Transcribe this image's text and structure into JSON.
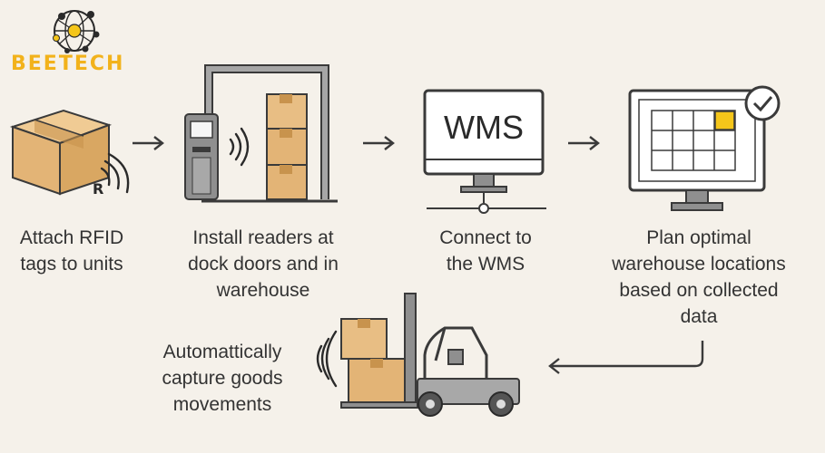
{
  "brand": {
    "name": "BEETECH",
    "logo_icon": "network-globe-icon",
    "accent_color": "#f5c61a"
  },
  "screen": {
    "text": "WMS"
  },
  "steps": [
    {
      "label_lines": [
        "Attach RFID",
        "tags to units"
      ],
      "icon": "rfid-tagged-box-icon"
    },
    {
      "label_lines": [
        "Install readers at",
        "dock doors and in",
        "warehouse"
      ],
      "icon": "dock-door-reader-icon"
    },
    {
      "label_lines": [
        "Connect to",
        "the WMS"
      ],
      "icon": "wms-computer-icon"
    },
    {
      "label_lines": [
        "Plan optimal",
        "warehouse locations",
        "based on collected",
        "data"
      ],
      "icon": "location-grid-monitor-icon"
    },
    {
      "label_lines": [
        "Automattically",
        "capture goods",
        "movements"
      ],
      "icon": "forklift-icon"
    }
  ],
  "colors": {
    "box": "#e8be84",
    "box_edge": "#9c7544",
    "frame": "#8f8f8f",
    "stroke": "#3a3a3a",
    "highlight": "#f5c61a"
  }
}
